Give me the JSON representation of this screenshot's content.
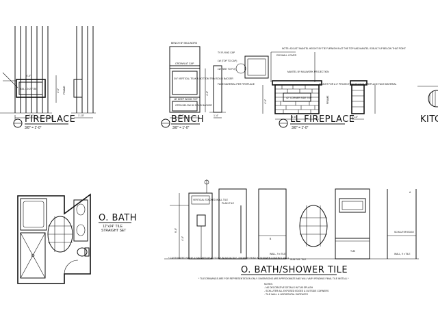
{
  "drawings": {
    "fireplace": {
      "title": "FIREPLACE",
      "scale": "3/8\" = 1'-0\"",
      "callout": "RAL 43×22\"/36\"",
      "dim_width": "5'-0\"",
      "dim_side": "1'-10\"",
      "dim_height": "4'-6\"",
      "frame": "FRAME",
      "dim_top": "4'-0\""
    },
    "bench": {
      "title": "BENCH",
      "scale": "3/8\" = 1'-0\"",
      "header": "BENCH BY MILLWORK",
      "label_crown": "CROWN AT CAP",
      "label_mid": "3/4\" VERTICAL TEAK & BOTTOM TRIM SOLID BACKER",
      "label_deep": "18\" DEEP WOOD TOP",
      "label_open": "OPEN BELOW W/ SOLID BACKER",
      "dim_width": "5'-1\"",
      "dim_side": "1'-4\"",
      "dim_height": "4'-6\""
    },
    "ll_fireplace": {
      "title": "LL FIREPLACE",
      "scale": "3/8\" = 1'-0\"",
      "note_top": "NOTE: ADJUST MANTEL HEIGHT BY TIE FURNISH IN AT THE TOP AND MANTEL IS BUILT UP BELOW THAT POINT",
      "note_drywall": "DRYWALL COVER",
      "note_mantel": "MANTEL BY MILLWORK PROJECTION",
      "note_adjust": "ADJUST FOR A 4\" PROJECTION BEYOND FIREPLACE FACE MATERIAL",
      "note_face": "FACE MATERIAL PER FIREPLACE",
      "note_tv": "TV FLYING CAP",
      "note_cap": "LW (TOP TO CAP)",
      "note_ops": "LW (SEE TO FO)",
      "callout": "42\" CORNER SIDE TOP",
      "dim_width": "5'-6\"",
      "dim_side": "1'-10\"",
      "dim_height": "4'-6\"",
      "frame": "FRAME"
    },
    "kitchen": {
      "title_fragment": "KITC"
    },
    "o_bath": {
      "title": "O. BATH",
      "sub1": "12\"x24\" TILE",
      "sub2": "STRAIGHT SET"
    },
    "o_bath_tile": {
      "title": "O. BATH/SHOWER TILE",
      "scale_note": "* TILE DRAWINGS ARE FOR REPRESENTATION ONLY. DIMENSIONS ARE APPROXIMATE AND WILL VARY PENDING FINAL TILE INSTALL *",
      "notes_head": "NOTES:",
      "notes": [
        "- NO DECORATIVE DETAILS IN TUB SPLASH",
        "- SCHLUTER ALL EXPOSED EDGES & OUTSIDE CORNERS",
        "- TILE WALL & HORIZONTAL SURFACES"
      ],
      "label_plain": "PLAIN TILE",
      "label_vertical": "VERTICAL STACKED WALL TILE",
      "label_wall": "WALL, 9 x TILE",
      "label_schluter": "SCHLUTER EDGE",
      "label_tub": "TUB",
      "label_sub_floor": "SUB FLR. TILE",
      "label_a": "A",
      "label_b": "B",
      "dim_h1": "9'-0\"",
      "dim_h2": "4'-0\"",
      "note_niche": "* CUSTOMIZED NICHE 3' SHOWER HEAD TO BE BLIND IN TILE. SHOWER HEAD W/ SHOWER CONTROL WALL",
      "label_wall2": "WALL, 9 x TILE"
    }
  }
}
